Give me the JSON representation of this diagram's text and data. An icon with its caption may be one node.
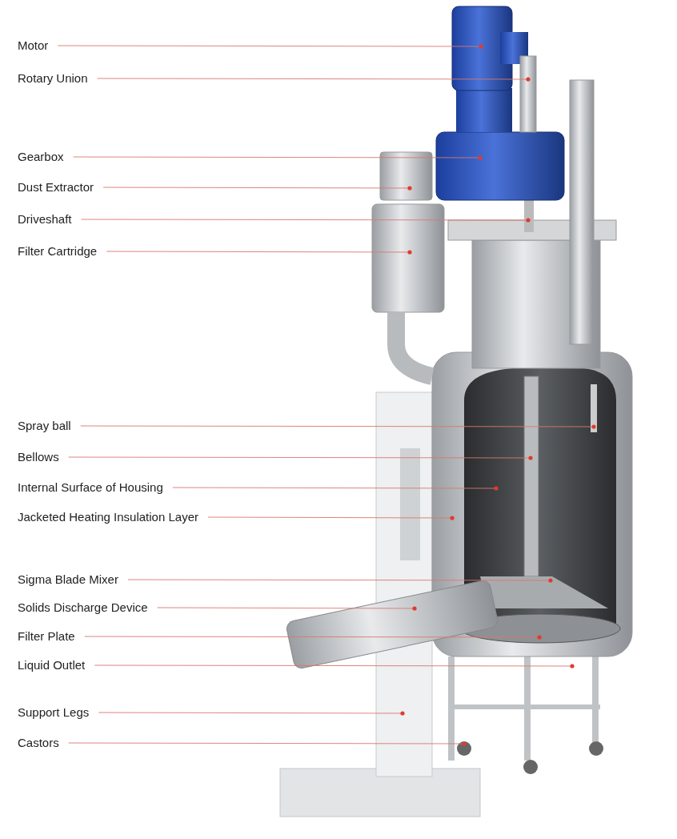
{
  "diagram": {
    "nodes": [
      {
        "text": [
          "Motor"
        ]
      },
      {
        "text": [
          "Rotary Union"
        ]
      },
      {
        "text": [
          "Gearbox"
        ]
      },
      {
        "text": [
          "Dust Extractor"
        ]
      },
      {
        "text": [
          "Driveshaft"
        ]
      },
      {
        "text": [
          "Filter Cartridge"
        ]
      },
      {
        "text": [
          "Spray ball"
        ]
      },
      {
        "text": [
          "Bellows"
        ]
      },
      {
        "text": [
          "Internal Surface of Housing"
        ]
      },
      {
        "text": [
          "Jacketed Heating Insulation Layer"
        ]
      },
      {
        "text": [
          "Sigma Blade Mixer"
        ]
      },
      {
        "text": [
          "Solids Discharge Device"
        ]
      },
      {
        "text": [
          "Filter Plate"
        ]
      },
      {
        "text": [
          "Liquid Outlet"
        ]
      },
      {
        "text": [
          "Support Legs"
        ]
      },
      {
        "text": [
          "Castors"
        ]
      }
    ],
    "edges": [
      {
        "from": 0,
        "to": null,
        "arrow": "other"
      },
      {
        "from": 1,
        "to": null,
        "arrow": "other"
      },
      {
        "from": 2,
        "to": null,
        "arrow": "other"
      },
      {
        "from": 3,
        "to": null,
        "arrow": "other"
      },
      {
        "from": 4,
        "to": null,
        "arrow": "other"
      },
      {
        "from": 5,
        "to": null,
        "arrow": "other"
      },
      {
        "from": 6,
        "to": null,
        "arrow": "other"
      },
      {
        "from": 7,
        "to": null,
        "arrow": "other"
      },
      {
        "from": 8,
        "to": null,
        "arrow": "other"
      },
      {
        "from": 9,
        "to": null,
        "arrow": "other"
      },
      {
        "from": 10,
        "to": null,
        "arrow": "other"
      },
      {
        "from": 11,
        "to": null,
        "arrow": "other"
      },
      {
        "from": 12,
        "to": null,
        "arrow": "other"
      },
      {
        "from": 13,
        "to": null,
        "arrow": "other"
      },
      {
        "from": 14,
        "to": null,
        "arrow": "other"
      },
      {
        "from": 15,
        "to": null,
        "arrow": "other"
      }
    ]
  }
}
